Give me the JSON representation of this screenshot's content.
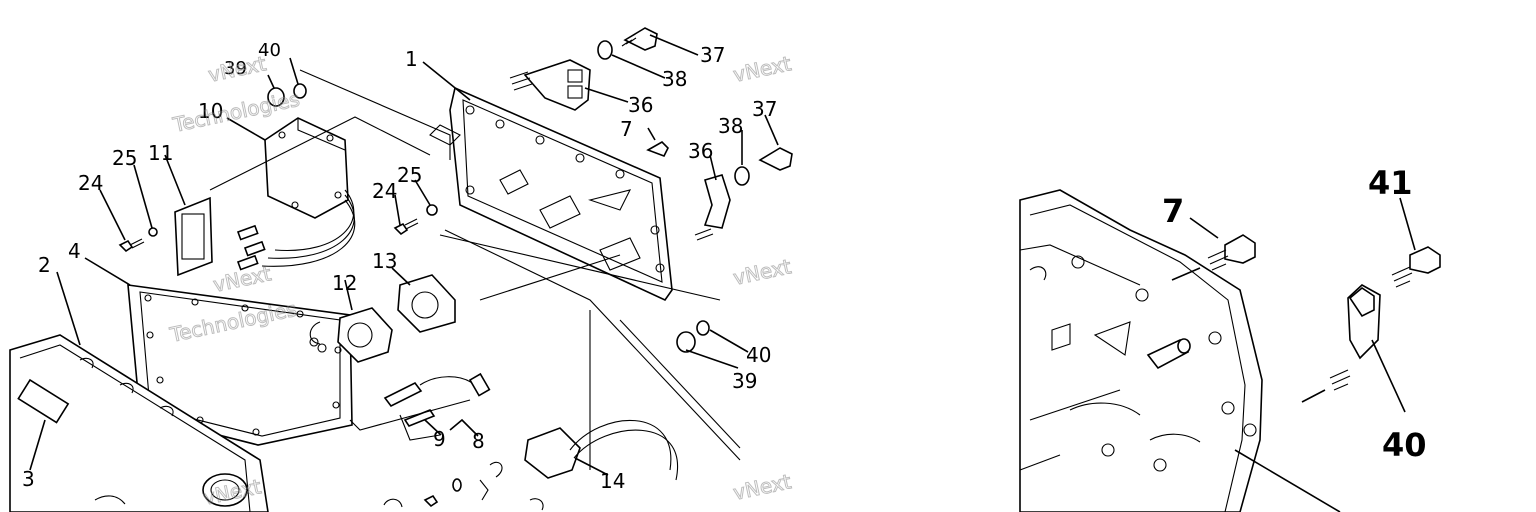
{
  "left_panel": {
    "callouts": [
      "1",
      "2",
      "3",
      "4",
      "7",
      "8",
      "9",
      "10",
      "11",
      "12",
      "13",
      "14",
      "24",
      "25",
      "24",
      "25",
      "36",
      "36",
      "37",
      "37",
      "38",
      "38",
      "39",
      "39",
      "40",
      "40"
    ]
  },
  "right_panel": {
    "callouts": [
      "7",
      "41",
      "40"
    ]
  },
  "watermark": {
    "line1": "vNext",
    "line2": "Technologies"
  }
}
